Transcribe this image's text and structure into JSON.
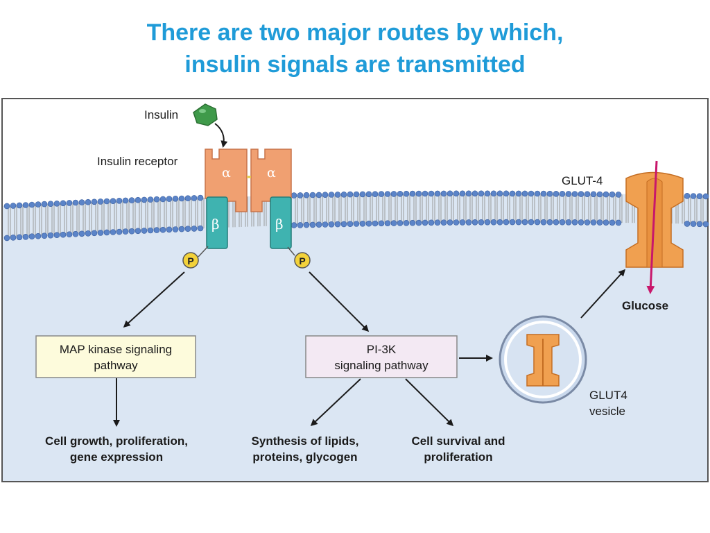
{
  "title": {
    "line1": "There are two major routes by which,",
    "line2": "insulin signals are transmitted"
  },
  "labels": {
    "insulin": "Insulin",
    "insulin_receptor": "Insulin receptor",
    "glut4_transporter": "GLUT-4",
    "glucose": "Glucose",
    "alpha": "α",
    "beta": "β",
    "phosphate": "P",
    "glut4_vesicle_line1": "GLUT4",
    "glut4_vesicle_line2": "vesicle"
  },
  "pathways": {
    "map_kinase": {
      "line1": "MAP kinase signaling",
      "line2": "pathway"
    },
    "pi3k": {
      "line1": "PI-3K",
      "line2": "signaling pathway"
    }
  },
  "outcomes": {
    "cell_growth": {
      "line1": "Cell growth, proliferation,",
      "line2": "gene expression"
    },
    "synthesis": {
      "line1": "Synthesis of lipids,",
      "line2": "proteins, glycogen"
    },
    "survival": {
      "line1": "Cell survival and",
      "line2": "proliferation"
    }
  },
  "colors": {
    "title": "#1f9bd8",
    "background_panel": "#dbe6f3",
    "extracellular": "#ffffff",
    "membrane_heads": "#5b84c8",
    "alpha_subunit": "#f0a071",
    "beta_subunit": "#3fb3b0",
    "insulin": "#3f9a4a",
    "phosphate": "#f3d23a",
    "glut4": "#f0a050",
    "glucose_arrow": "#c8176b",
    "map_box": "#fdfbdc",
    "pi3k_box": "#f3e9f3"
  }
}
